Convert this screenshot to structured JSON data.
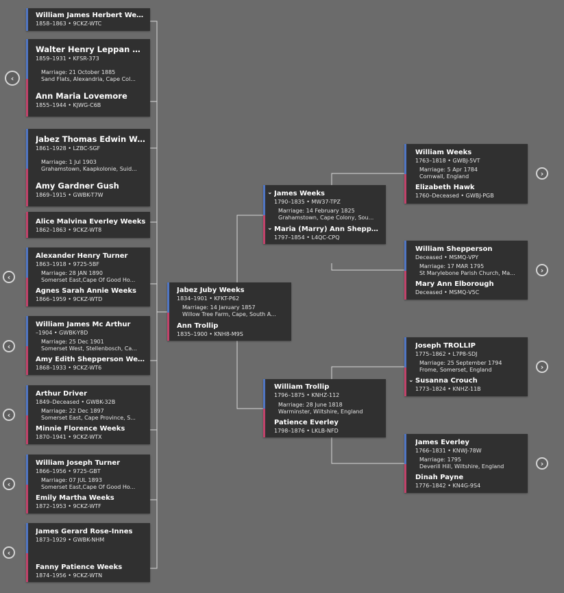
{
  "children": [
    {
      "name": "William James Herbert Weeks",
      "dates": "1858–1863 • 9CKZ-WTC"
    },
    {
      "husband": {
        "name": "Walter Henry Leppan Weeks",
        "dates": "1859–1931 • KFSR-373"
      },
      "marriage": "Marriage: 21 October 1885",
      "place": "Sand Flats, Alexandria, Cape Col...",
      "wife": {
        "name": "Ann Maria Lovemore",
        "dates": "1855–1944 • KJWG-C6B"
      }
    },
    {
      "husband": {
        "name": "Jabez Thomas Edwin Weeks",
        "dates": "1861–1928 • LZBC-SGF"
      },
      "marriage": "Marriage: 1 Jul 1903",
      "place": "Grahamstown, Kaapkolonie, Suid...",
      "wife": {
        "name": "Amy Gardner Gush",
        "dates": "1869–1915 • GWBK-T7W"
      }
    },
    {
      "name": "Alice Malvina Everley Weeks",
      "dates": "1862–1863 • 9CKZ-WT8"
    },
    {
      "husband": {
        "name": "Alexander Henry Turner",
        "dates": "1863–1918 • 9725-5BF"
      },
      "marriage": "Marriage: 28 JAN 1890",
      "place": "Somerset East,Cape Of Good Ho...",
      "wife": {
        "name": "Agnes Sarah Annie Weeks",
        "dates": "1866–1959 • 9CKZ-WTD"
      }
    },
    {
      "husband": {
        "name": "William James Mc Arthur",
        "dates": "–1904 • GWBK-Y8D"
      },
      "marriage": "Marriage: 25 Dec 1901",
      "place": "Somerset West, Stellenbosch, Ca...",
      "wife": {
        "name": "Amy Edith Shepperson Weeks",
        "dates": "1868–1933 • 9CKZ-WT6"
      }
    },
    {
      "husband": {
        "name": "Arthur Driver",
        "dates": "1849–Deceased • GWBK-32B"
      },
      "marriage": "Marriage: 22 Dec 1897",
      "place": "Somerset East, Cape Province, S...",
      "wife": {
        "name": "Minnie Florence Weeks",
        "dates": "1870–1941 • 9CKZ-WTX"
      }
    },
    {
      "husband": {
        "name": "William Joseph Turner",
        "dates": "1866–1956 • 9725-GBT"
      },
      "marriage": "Marriage: 07 JUL 1893",
      "place": "Somerset East,Cape Of Good Ho...",
      "wife": {
        "name": "Emily Martha Weeks",
        "dates": "1872–1953 • 9CKZ-WTF"
      }
    },
    {
      "husband": {
        "name": "James Gerard Rose-Innes",
        "dates": "1873–1929 • GWBK-NHM"
      },
      "wife": {
        "name": "Fanny Patience Weeks",
        "dates": "1874–1956 • 9CKZ-WTN"
      }
    }
  ],
  "focus": {
    "husband": {
      "name": "Jabez Juby Weeks",
      "dates": "1834–1901 • KFKT-P62"
    },
    "marriage": "Marriage: 14 January 1857",
    "place": "Willow Tree Farm, Cape, South A...",
    "wife": {
      "name": "Ann Trollip",
      "dates": "1835–1900 • KNH8-M9S"
    }
  },
  "parents_father": {
    "husband": {
      "name": "James Weeks",
      "dates": "1790–1835 • MW37-TPZ"
    },
    "marriage": "Marriage: 14 February 1825",
    "place": "Grahamstown, Cape Colony, Sou...",
    "wife": {
      "name": "Maria (Marry) Ann Sheppers...",
      "dates": "1797–1854 • L4QC-CPQ"
    }
  },
  "parents_mother": {
    "husband": {
      "name": "William Trollip",
      "dates": "1796–1875 • KNHZ-112"
    },
    "marriage": "Marriage: 28 June 1818",
    "place": "Warminster, Wiltshire, England",
    "wife": {
      "name": "Patience Everley",
      "dates": "1798–1876 • LKLB-NFD"
    }
  },
  "grandparents": [
    {
      "husband": {
        "name": "William Weeks",
        "dates": "1763–1818 • GWBJ-5VT"
      },
      "marriage": "Marriage: 5 Apr 1784",
      "place": "Cornwall, England",
      "wife": {
        "name": "Elizabeth Hawk",
        "dates": "1760–Deceased • GWBJ-PGB"
      }
    },
    {
      "husband": {
        "name": "William Shepperson",
        "dates": "Deceased • MSMQ-VPY"
      },
      "marriage": "Marriage: 17 MAR 1795",
      "place": "St Marylebone Parish Church, Ma...",
      "wife": {
        "name": "Mary Ann Elborough",
        "dates": "Deceased • MSMQ-V5C"
      }
    },
    {
      "husband": {
        "name": "Joseph TROLLIP",
        "dates": "1775–1862 • L7P8-SDJ"
      },
      "marriage": "Marriage: 25 September 1794",
      "place": "Frome, Somerset, England",
      "wife": {
        "name": "Susanna Crouch",
        "dates": "1773–1824 • KNHZ-11B"
      }
    },
    {
      "husband": {
        "name": "James Everley",
        "dates": "1766–1831 • KNWJ-78W"
      },
      "marriage": "Marriage: 1795",
      "place": "Deverill Hill, Wiltshire, England",
      "wife": {
        "name": "Dinah Payne",
        "dates": "1776–1842 • KN4G-9S4"
      }
    }
  ],
  "nav": {
    "left_arrow": "‹",
    "right_arrow": "›",
    "expand_chevron": "⌄"
  },
  "colors": {
    "background": "#6b6b6b",
    "card": "#303030",
    "male_bar": "#5076c4",
    "female_bar": "#c2426a",
    "connector": "#d8d8d8"
  }
}
